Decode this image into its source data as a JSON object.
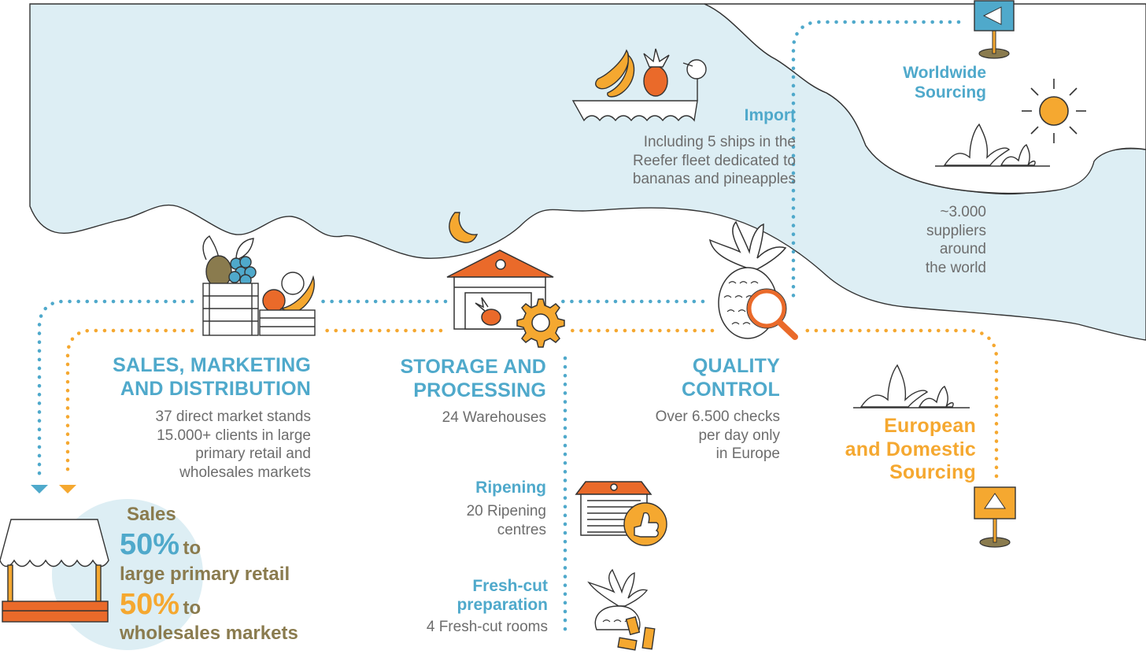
{
  "colors": {
    "sea": "#DDEEF4",
    "blue": "#4FA9CB",
    "orange": "#F5A830",
    "red_orange": "#EA6A2A",
    "olive": "#8A7B4E",
    "gray_text": "#6D6D6D",
    "outline": "#333333"
  },
  "worldwide": {
    "title_lines": [
      "Worldwide",
      "Sourcing"
    ],
    "description_lines": [
      "~3.000",
      "suppliers",
      "around",
      "the world"
    ]
  },
  "import": {
    "title": "Import",
    "description_lines": [
      "Including 5 ships in the",
      "Reefer fleet dedicated to",
      "bananas and pineapples"
    ]
  },
  "quality_control": {
    "title_lines": [
      "QUALITY",
      "CONTROL"
    ],
    "description_lines": [
      "Over 6.500 checks",
      "per day only",
      "in Europe"
    ]
  },
  "storage": {
    "title_lines": [
      "STORAGE AND",
      "PROCESSING"
    ],
    "description_lines": [
      "24 Warehouses"
    ]
  },
  "sales_marketing": {
    "title_lines": [
      "SALES, MARKETING",
      "AND DISTRIBUTION"
    ],
    "description_lines": [
      "37 direct market stands",
      "15.000+ clients in large",
      "primary retail and",
      "wholesales markets"
    ]
  },
  "european": {
    "title_lines": [
      "European",
      "and Domestic",
      "Sourcing"
    ]
  },
  "ripening": {
    "title": "Ripening",
    "description_lines": [
      "20 Ripening",
      "centres"
    ]
  },
  "fresh_cut": {
    "title_lines": [
      "Fresh-cut",
      "preparation"
    ],
    "description_lines": [
      "4 Fresh-cut rooms"
    ]
  },
  "sales_split": {
    "title": "Sales",
    "retail_pct": "50%",
    "retail_to": "to",
    "retail_label": "large primary retail",
    "wholesale_pct": "50%",
    "wholesale_to": "to",
    "wholesale_label": "wholesales markets"
  },
  "icons": {
    "flag_worldwide": "flag-left-arrow-icon",
    "sun": "sun-icon",
    "plants": "plant-icon",
    "ship": "cargo-ship-icon",
    "magnifier": "pineapple-magnifier-icon",
    "moon": "crescent-moon-icon",
    "warehouse": "warehouse-icon",
    "gear": "gear-icon",
    "crates": "fruit-crate-icon",
    "garage": "ripening-garage-icon",
    "thumb": "thumbs-up-icon",
    "fresh_cut": "pineapple-cut-icon",
    "flag_european": "flag-up-arrow-icon",
    "market": "market-stand-icon"
  }
}
